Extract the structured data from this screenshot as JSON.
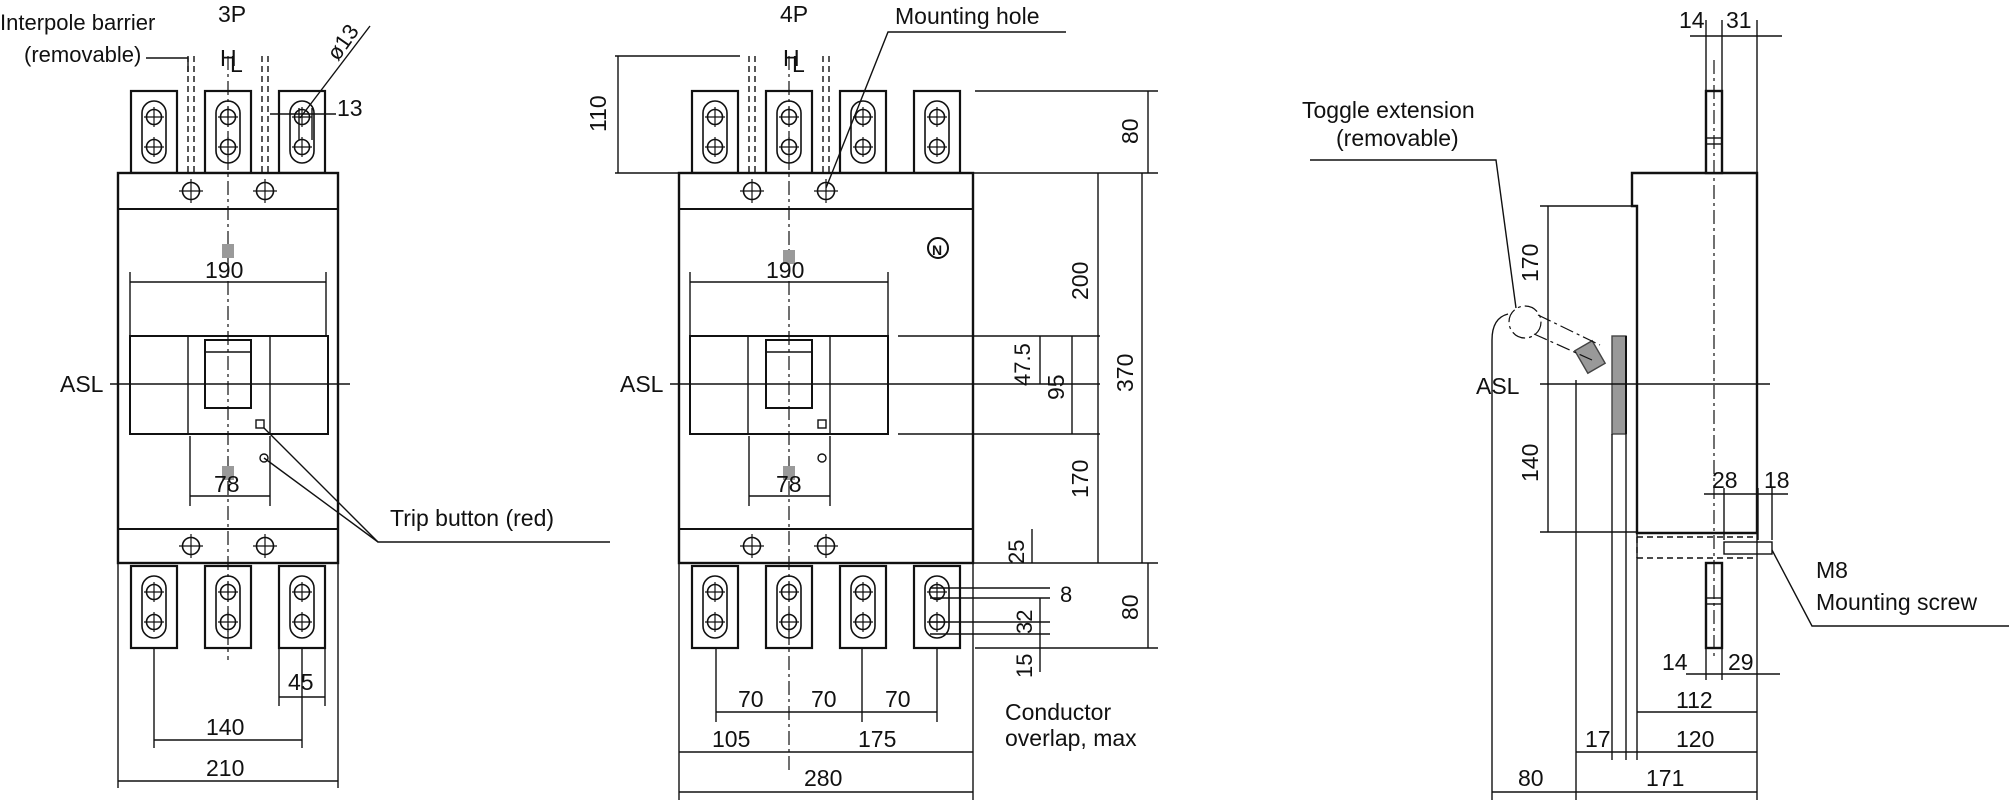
{
  "views": {
    "p3": {
      "title": "3P",
      "callouts": {
        "barrier_line1": "Interpole barrier",
        "barrier_line2": "(removable)",
        "hole": "ø13",
        "h": "H",
        "l": "L",
        "asl": "ASL",
        "trip": "Trip button (red)"
      },
      "dims": {
        "d13": "13",
        "d190": "190",
        "d78": "78",
        "d45": "45",
        "d140": "140",
        "d210": "210"
      }
    },
    "p4": {
      "title": "4P",
      "callouts": {
        "mounting_hole": "Mounting hole",
        "h": "H",
        "l": "L",
        "asl": "ASL",
        "neutral": "N",
        "overlap_line1": "Conductor",
        "overlap_line2": "overlap, max"
      },
      "dims": {
        "d110": "110",
        "d80_top": "80",
        "d200": "200",
        "d370": "370",
        "d47_5": "47.5",
        "d95": "95",
        "d170": "170",
        "d25": "25",
        "d80_bottom": "80",
        "d8": "8",
        "d32": "32",
        "d15": "15",
        "d190": "190",
        "d78": "78",
        "d70a": "70",
        "d70b": "70",
        "d70c": "70",
        "d105": "105",
        "d175": "175",
        "d280": "280"
      }
    },
    "side": {
      "callouts": {
        "toggle_line1": "Toggle extension",
        "toggle_line2": "(removable)",
        "asl": "ASL",
        "m8": "M8",
        "screw": "Mounting screw"
      },
      "dims": {
        "d14_top": "14",
        "d31": "31",
        "d170": "170",
        "d140": "140",
        "d28": "28",
        "d18": "18",
        "d14_bottom": "14",
        "d29": "29",
        "d112": "112",
        "d17": "17",
        "d120": "120",
        "d80": "80",
        "d171": "171"
      }
    }
  }
}
